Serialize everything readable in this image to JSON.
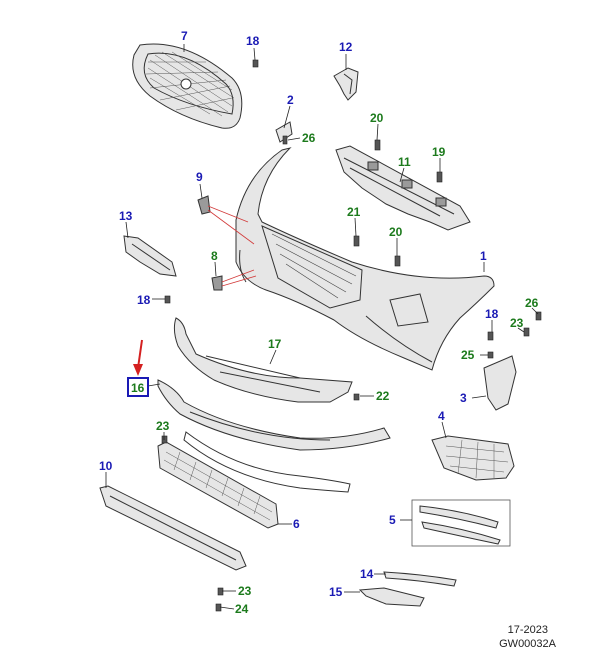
{
  "colors": {
    "blue": "#1a1ab4",
    "green": "#1c7a1c",
    "red": "#d42020",
    "line": "#333333"
  },
  "callouts": {
    "c1": "1",
    "c2": "2",
    "c3": "3",
    "c4": "4",
    "c5": "5",
    "c6": "6",
    "c7": "7",
    "c8": "8",
    "c9": "9",
    "c10": "10",
    "c11": "11",
    "c12": "12",
    "c13": "13",
    "c14": "14",
    "c15": "15",
    "c16": "16",
    "c17": "17",
    "c18a": "18",
    "c18b": "18",
    "c18c": "18",
    "c19": "19",
    "c20a": "20",
    "c20b": "20",
    "c21": "21",
    "c22": "22",
    "c23a": "23",
    "c23b": "23",
    "c23c": "23",
    "c24": "24",
    "c25": "25",
    "c26a": "26",
    "c26b": "26"
  },
  "highlighted_part": "16",
  "footer": {
    "date": "17-2023",
    "code": "GW00032A"
  }
}
